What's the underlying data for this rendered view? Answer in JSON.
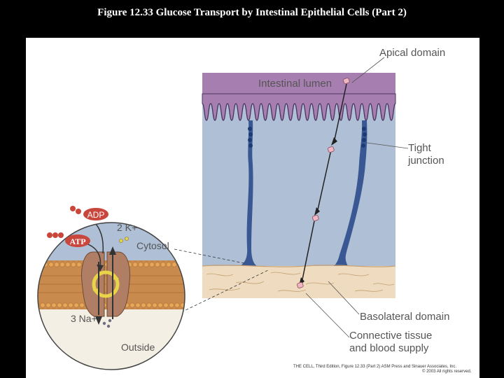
{
  "title": "Figure 12.33  Glucose Transport by Intestinal Epithelial Cells (Part 2)",
  "diagram": {
    "labels": {
      "apical_domain": "Apical domain",
      "intestinal_lumen": "Intestinal lumen",
      "tight_junction_line1": "Tight",
      "tight_junction_line2": "junction",
      "basolateral_domain": "Basolateral domain",
      "connective_line1": "Connective tissue",
      "connective_line2": "and blood supply"
    },
    "inset": {
      "adp": "ADP",
      "atp": "ATP",
      "potassium": "2 K+",
      "cytosol": "Cytosol",
      "sodium": "3 Na+",
      "outside": "Outside"
    },
    "credit_line1": "THE CELL, Third Edition, Figure 12.33 (Part 2)  ASM Press and Sinauer Associates, Inc.",
    "credit_line2": "© 2003 All rights reserved."
  },
  "colors": {
    "lumen": "#a67eb0",
    "cell": "#aebfd6",
    "cell_border": "#2c4d8c",
    "connective": "#efdcc0",
    "membrane_head": "#e8a85a",
    "membrane_tail": "#c98a4e",
    "pump": "#b07e64",
    "adp_atp": "#c9463c"
  }
}
